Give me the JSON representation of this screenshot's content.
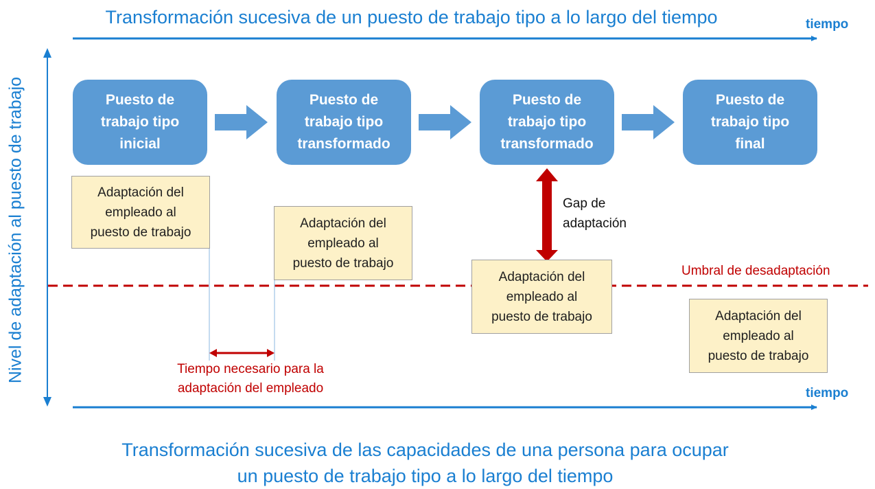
{
  "diagram": {
    "title_top": "Transformación sucesiva de un puesto de trabajo tipo a lo largo del tiempo",
    "time_label_top": "tiempo",
    "vertical_axis_label": "Nivel de adaptación al puesto de trabajo",
    "job_boxes": [
      "Puesto de\ntrabajo tipo\ninicial",
      "Puesto de\ntrabajo tipo\ntransformado",
      "Puesto de\ntrabajo tipo\ntransformado",
      "Puesto de\ntrabajo tipo\nfinal"
    ],
    "adaptation_boxes": [
      "Adaptación del\nempleado al\npuesto de trabajo",
      "Adaptación del\nempleado al\npuesto de trabajo",
      "Adaptación del\nempleado al\npuesto de trabajo",
      "Adaptación del\nempleado al\npuesto de trabajo"
    ],
    "gap_label": "Gap de\nadaptación",
    "threshold_label": "Umbral de desadaptación",
    "time_needed_label": "Tiempo necesario para la\nadaptación del empleado",
    "time_label_bottom": "tiempo",
    "title_bottom": "Transformación sucesiva de las capacidades de una persona para ocupar\nun puesto de trabajo tipo a lo largo del tiempo",
    "colors": {
      "accent_blue": "#1a7fd1",
      "box_blue": "#5b9bd5",
      "adapt_fill": "#fdf1c8",
      "threshold_red": "#c00000"
    }
  }
}
